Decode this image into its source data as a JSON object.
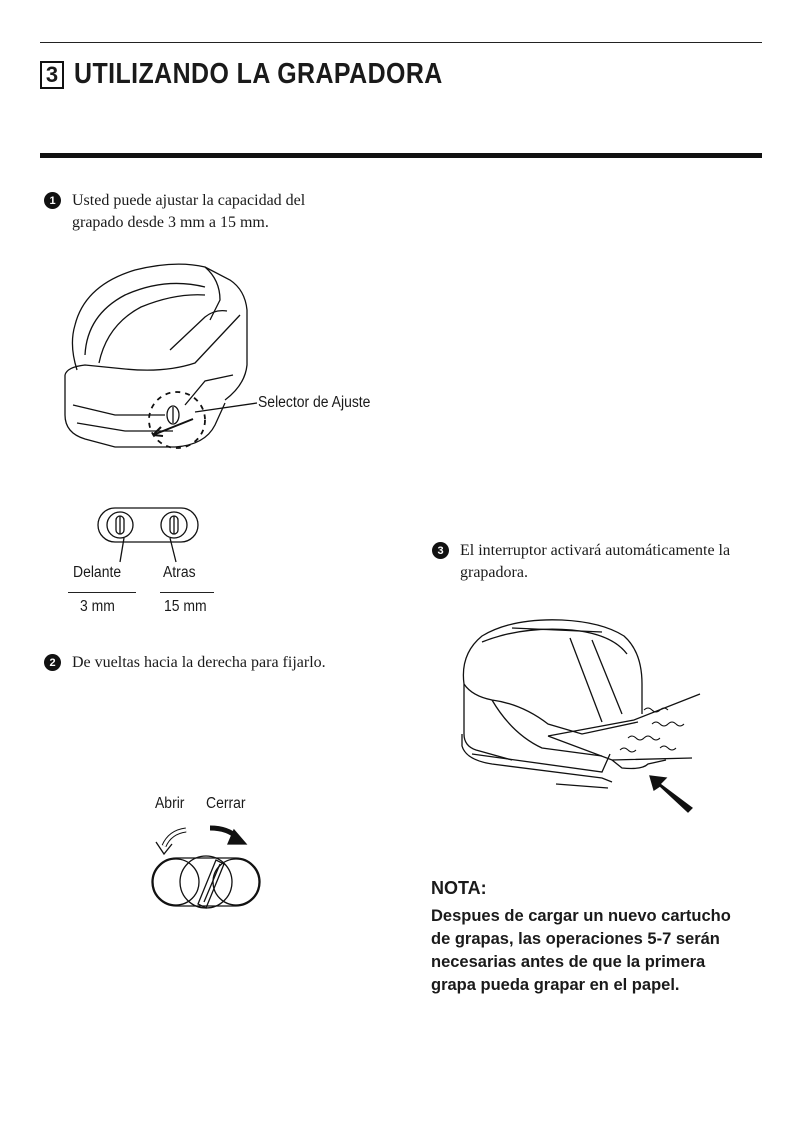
{
  "header": {
    "section_number": "3",
    "title": "UTILIZANDO LA GRAPADORA"
  },
  "steps": [
    {
      "number": "1",
      "text_line1": "Usted puede ajustar la capacidad del",
      "text_line2": "grapado desde 3 mm a 15 mm."
    },
    {
      "number": "2",
      "text": "De vueltas hacia la derecha para fijarlo."
    },
    {
      "number": "3",
      "text_line1": "El interruptor activará automáticamente la",
      "text_line2": "grapadora."
    }
  ],
  "figure1": {
    "callout": "Selector de Ajuste"
  },
  "selector": {
    "front_label": "Delante",
    "front_value": "3 mm",
    "back_label": "Atras",
    "back_value": "15 mm"
  },
  "dial": {
    "open_label": "Abrir",
    "close_label": "Cerrar"
  },
  "note": {
    "heading": "NOTA:",
    "lines": [
      "Despues de cargar un nuevo cartucho",
      "de grapas, las operaciones 5-7 serán",
      "necesarias antes de que la primera",
      "grapa pueda grapar en el papel."
    ]
  }
}
